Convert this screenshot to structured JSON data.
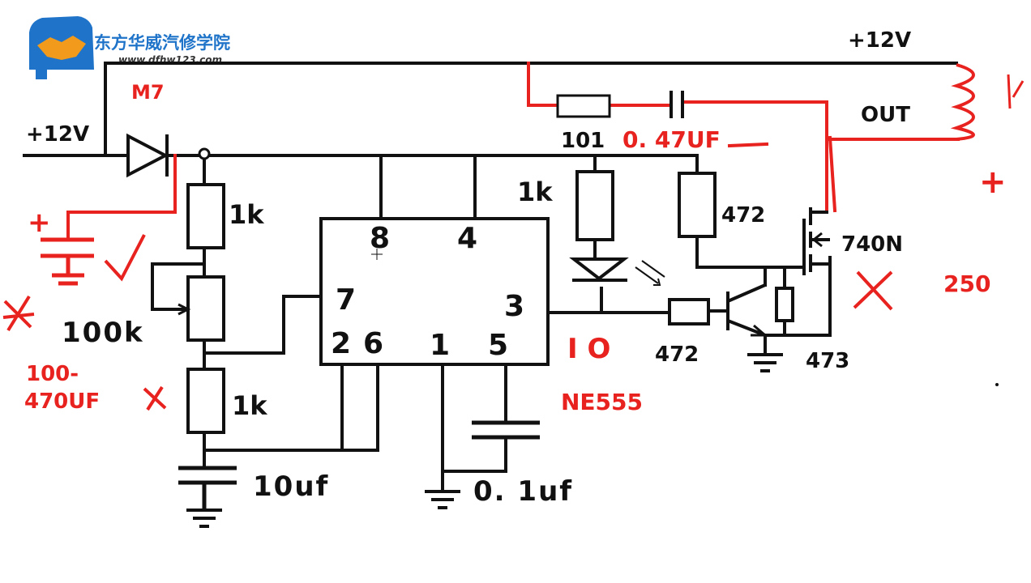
{
  "logo": {
    "title": "东方华威汽修学院",
    "url": "www.dfhw123.com"
  },
  "labels": {
    "supply_top": "+12V",
    "supply_left": "+12V",
    "diode": "M7",
    "r_101": "101",
    "cap_047": "0. 47UF",
    "out": "OUT",
    "r_1k_top": "1k",
    "r_1k_led": "1k",
    "r_100k": "100k",
    "r_1k_bottom": "1k",
    "r_472_top": "472",
    "r_472_base": "472",
    "r_473": "473",
    "mosfet": "740N",
    "val_250": "250",
    "cap_100_470_line1": "100-",
    "cap_100_470_line2": "470UF",
    "cap_10uf": "10uf",
    "cap_01uf": "0. 1uf",
    "chip": "NE555",
    "pin8": "8",
    "pin4": "4",
    "pin7": "7",
    "pin3": "3",
    "pin2": "2",
    "pin6": "6",
    "pin1": "1",
    "pin5": "5",
    "io": "I O",
    "plus_left": "+",
    "plus_right": "+"
  },
  "colors": {
    "wire": "#111111",
    "annotation": "#e8231f",
    "logo_blue": "#1f74c9",
    "logo_orange": "#f19a1c"
  }
}
